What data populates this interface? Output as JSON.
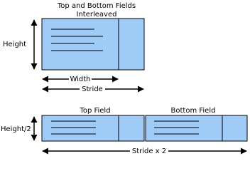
{
  "colors": {
    "background": "#ffffff",
    "buffer_fill": "#9fccf7",
    "border": "#000000",
    "text": "#000000"
  },
  "top_diagram": {
    "title_line1": "Top and Bottom Fields",
    "title_line2": "Interleaved",
    "height_label": "Height",
    "width_label": "Width",
    "stride_label": "Stride"
  },
  "bottom_diagram": {
    "top_field_label": "Top Field",
    "bottom_field_label": "Bottom Field",
    "height_label": "Height/2",
    "stride_label": "Stride x 2"
  }
}
